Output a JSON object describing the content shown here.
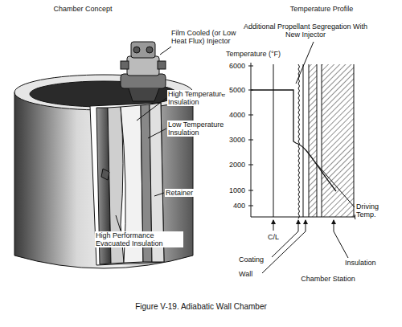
{
  "diagram": {
    "caption": "Figure V-19. Adiabatic Wall Chamber",
    "labels": [
      "Chamber Concept",
      "Film Cooled (or Low Heat Flux) Injector",
      "High Temperature Insulation",
      "Low Temperature Insulation",
      "Retainer",
      "High Performance Evacuated Insulation",
      "Temperature Profile",
      "Additional Propellant Segregation With New Injector",
      "Temperature (°F)",
      "6000",
      "5000",
      "4000",
      "3000",
      "2000",
      "1000",
      "400",
      "Driving Temp.",
      "C/L",
      "Coating",
      "Wall",
      "Insulation",
      "Chamber Station"
    ]
  }
}
